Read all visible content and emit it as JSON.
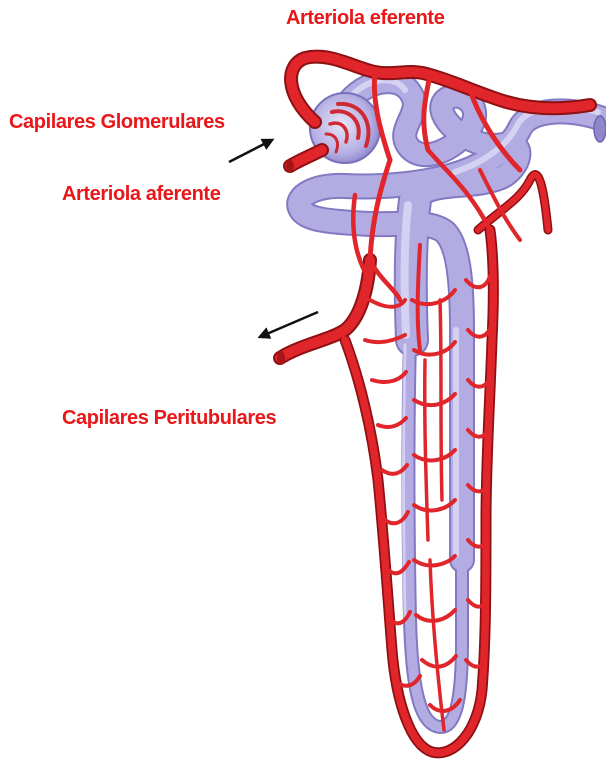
{
  "labels": {
    "arteriola_eferente": "Arteriola eferente",
    "capilares_glomerulares": "Capilares Glomerulares",
    "arteriola_aferente": "Arteriola aferente",
    "capilares_peritubulares": "Capilares Peritubulares"
  },
  "colors": {
    "label_text": "#e8171a",
    "vessel": "#d9252a",
    "vessel_dark": "#8e1013",
    "tubule": "#a9a2dc",
    "tubule_outline": "#8279c2",
    "tubule_highlight": "#d8d4f3",
    "arrow": "#111111",
    "background": "#ffffff"
  }
}
